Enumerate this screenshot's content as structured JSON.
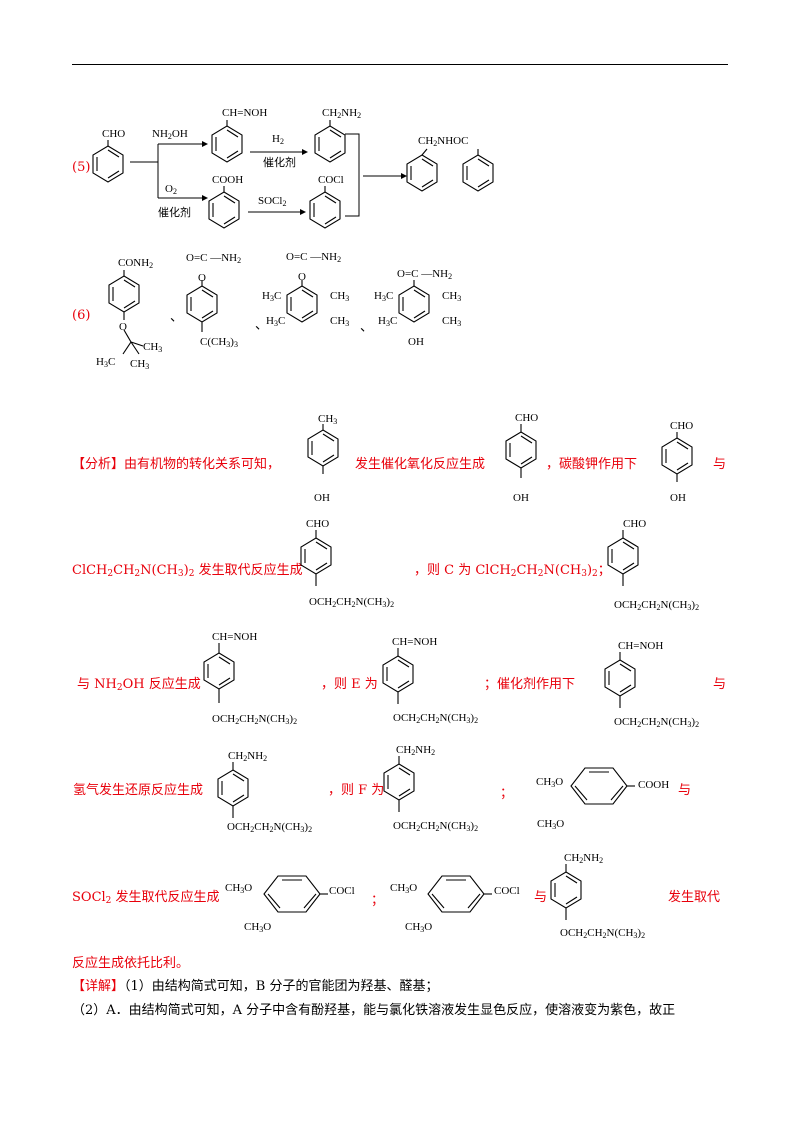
{
  "scheme5": {
    "number": "(5)",
    "start_group": "CHO",
    "reagent_nh2oh": "NH2OH",
    "oxime_group": "CH=NOH",
    "h2_reagent": "H2",
    "catalyst_label": "催化剂",
    "amine_group": "CH2NH2",
    "o2_reagent": "O2",
    "catalyst_label2": "催化剂",
    "acid_group": "COOH",
    "socl2_reagent": "SOCl2",
    "acyl_chloride_group": "COCl",
    "product_group": "CH2NHOC"
  },
  "scheme6": {
    "number": "(6)",
    "separator": "、",
    "mol1_top": "CONH2",
    "mol1_bottom_h3c": "H3C",
    "mol1_bottom_ch3_a": "CH3",
    "mol1_bottom_ch3_b": "CH3",
    "mol2_top": "O=C—NH2 (O-C(=O)-NH2)",
    "mol2_top_display": "C —NH2",
    "mol2_bottom": "C(CH3)3",
    "mol3_h3c": "H3C",
    "mol3_ch3": "CH3",
    "mol4_top": "O=C —NH2",
    "mol4_oh": "OH"
  },
  "analysis": {
    "line1_a": "【分析】由有机物的转化关系可知，",
    "line1_b": "发生催化氧化反应生成",
    "line1_c": "，碳酸钾作用下",
    "line1_d": "与",
    "line2_a": "ClCH2CH2N(CH3)2 发生取代反应生成",
    "line2_b": "，则 C 为 ClCH2CH2N(CH3)2；",
    "line3_a": "与 NH2OH 反应生成",
    "line3_b": "，则 E 为",
    "line3_c": "；催化剂作用下",
    "line3_d": "与",
    "line4_a": "氢气发生还原反应生成",
    "line4_b": "，则 F 为",
    "line4_c": "；",
    "line4_d": "与",
    "line5_a": "SOCl2 发生取代反应生成",
    "line5_b": "；",
    "line5_c": "与",
    "line5_d": "发生取代",
    "line6": "反应生成依托比利。"
  },
  "detail": {
    "line1": "【详解】（1）由结构简式可知，B 分子的官能团为羟基、醛基；",
    "line2": "（2）A．由结构简式可知，A 分子中含有酚羟基，能与氯化铁溶液发生显色反应，使溶液变为紫色，故正"
  },
  "structure_labels": {
    "ch3": "CH3",
    "oh": "OH",
    "cho": "CHO",
    "side_chain": "OCH2CH2N(CH3)2",
    "oxime": "CH=NOH",
    "amine": "CH2NH2",
    "ome": "CH3O",
    "cooh": "COOH",
    "cocl": "COCl"
  }
}
